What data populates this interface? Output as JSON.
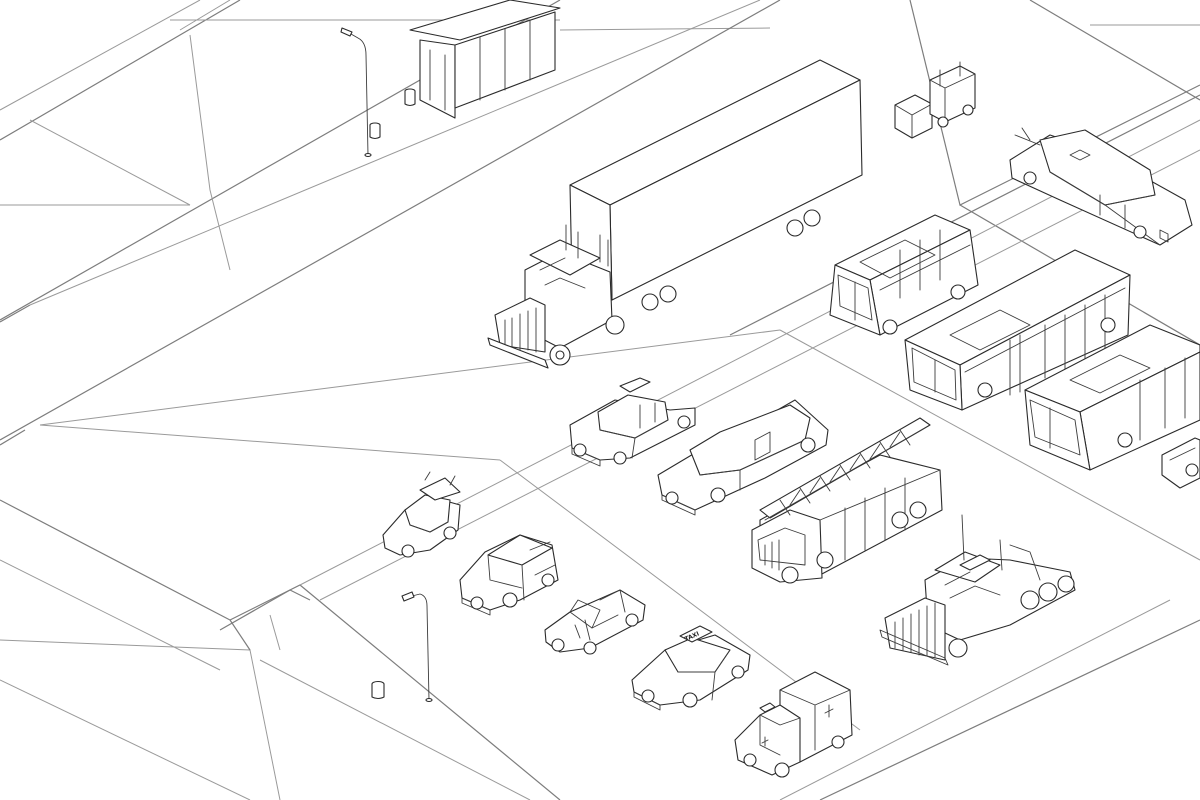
{
  "scene": {
    "style": "isometric line-art",
    "colors": {
      "background": "#ffffff",
      "line": "#2b2b2b",
      "ground_line": "#9a9a9a"
    },
    "items": [
      "bus-stop-shelter",
      "street-lamp",
      "trash-can",
      "forklift",
      "semi-truck-with-trailer",
      "limousine",
      "city-bus",
      "articulated-bus",
      "police-car",
      "hearse",
      "fire-truck-ladder",
      "tow-truck",
      "small-car",
      "van",
      "convertible",
      "taxi",
      "ambulance"
    ]
  },
  "labels": {
    "taxi_sign": "TAXI"
  }
}
